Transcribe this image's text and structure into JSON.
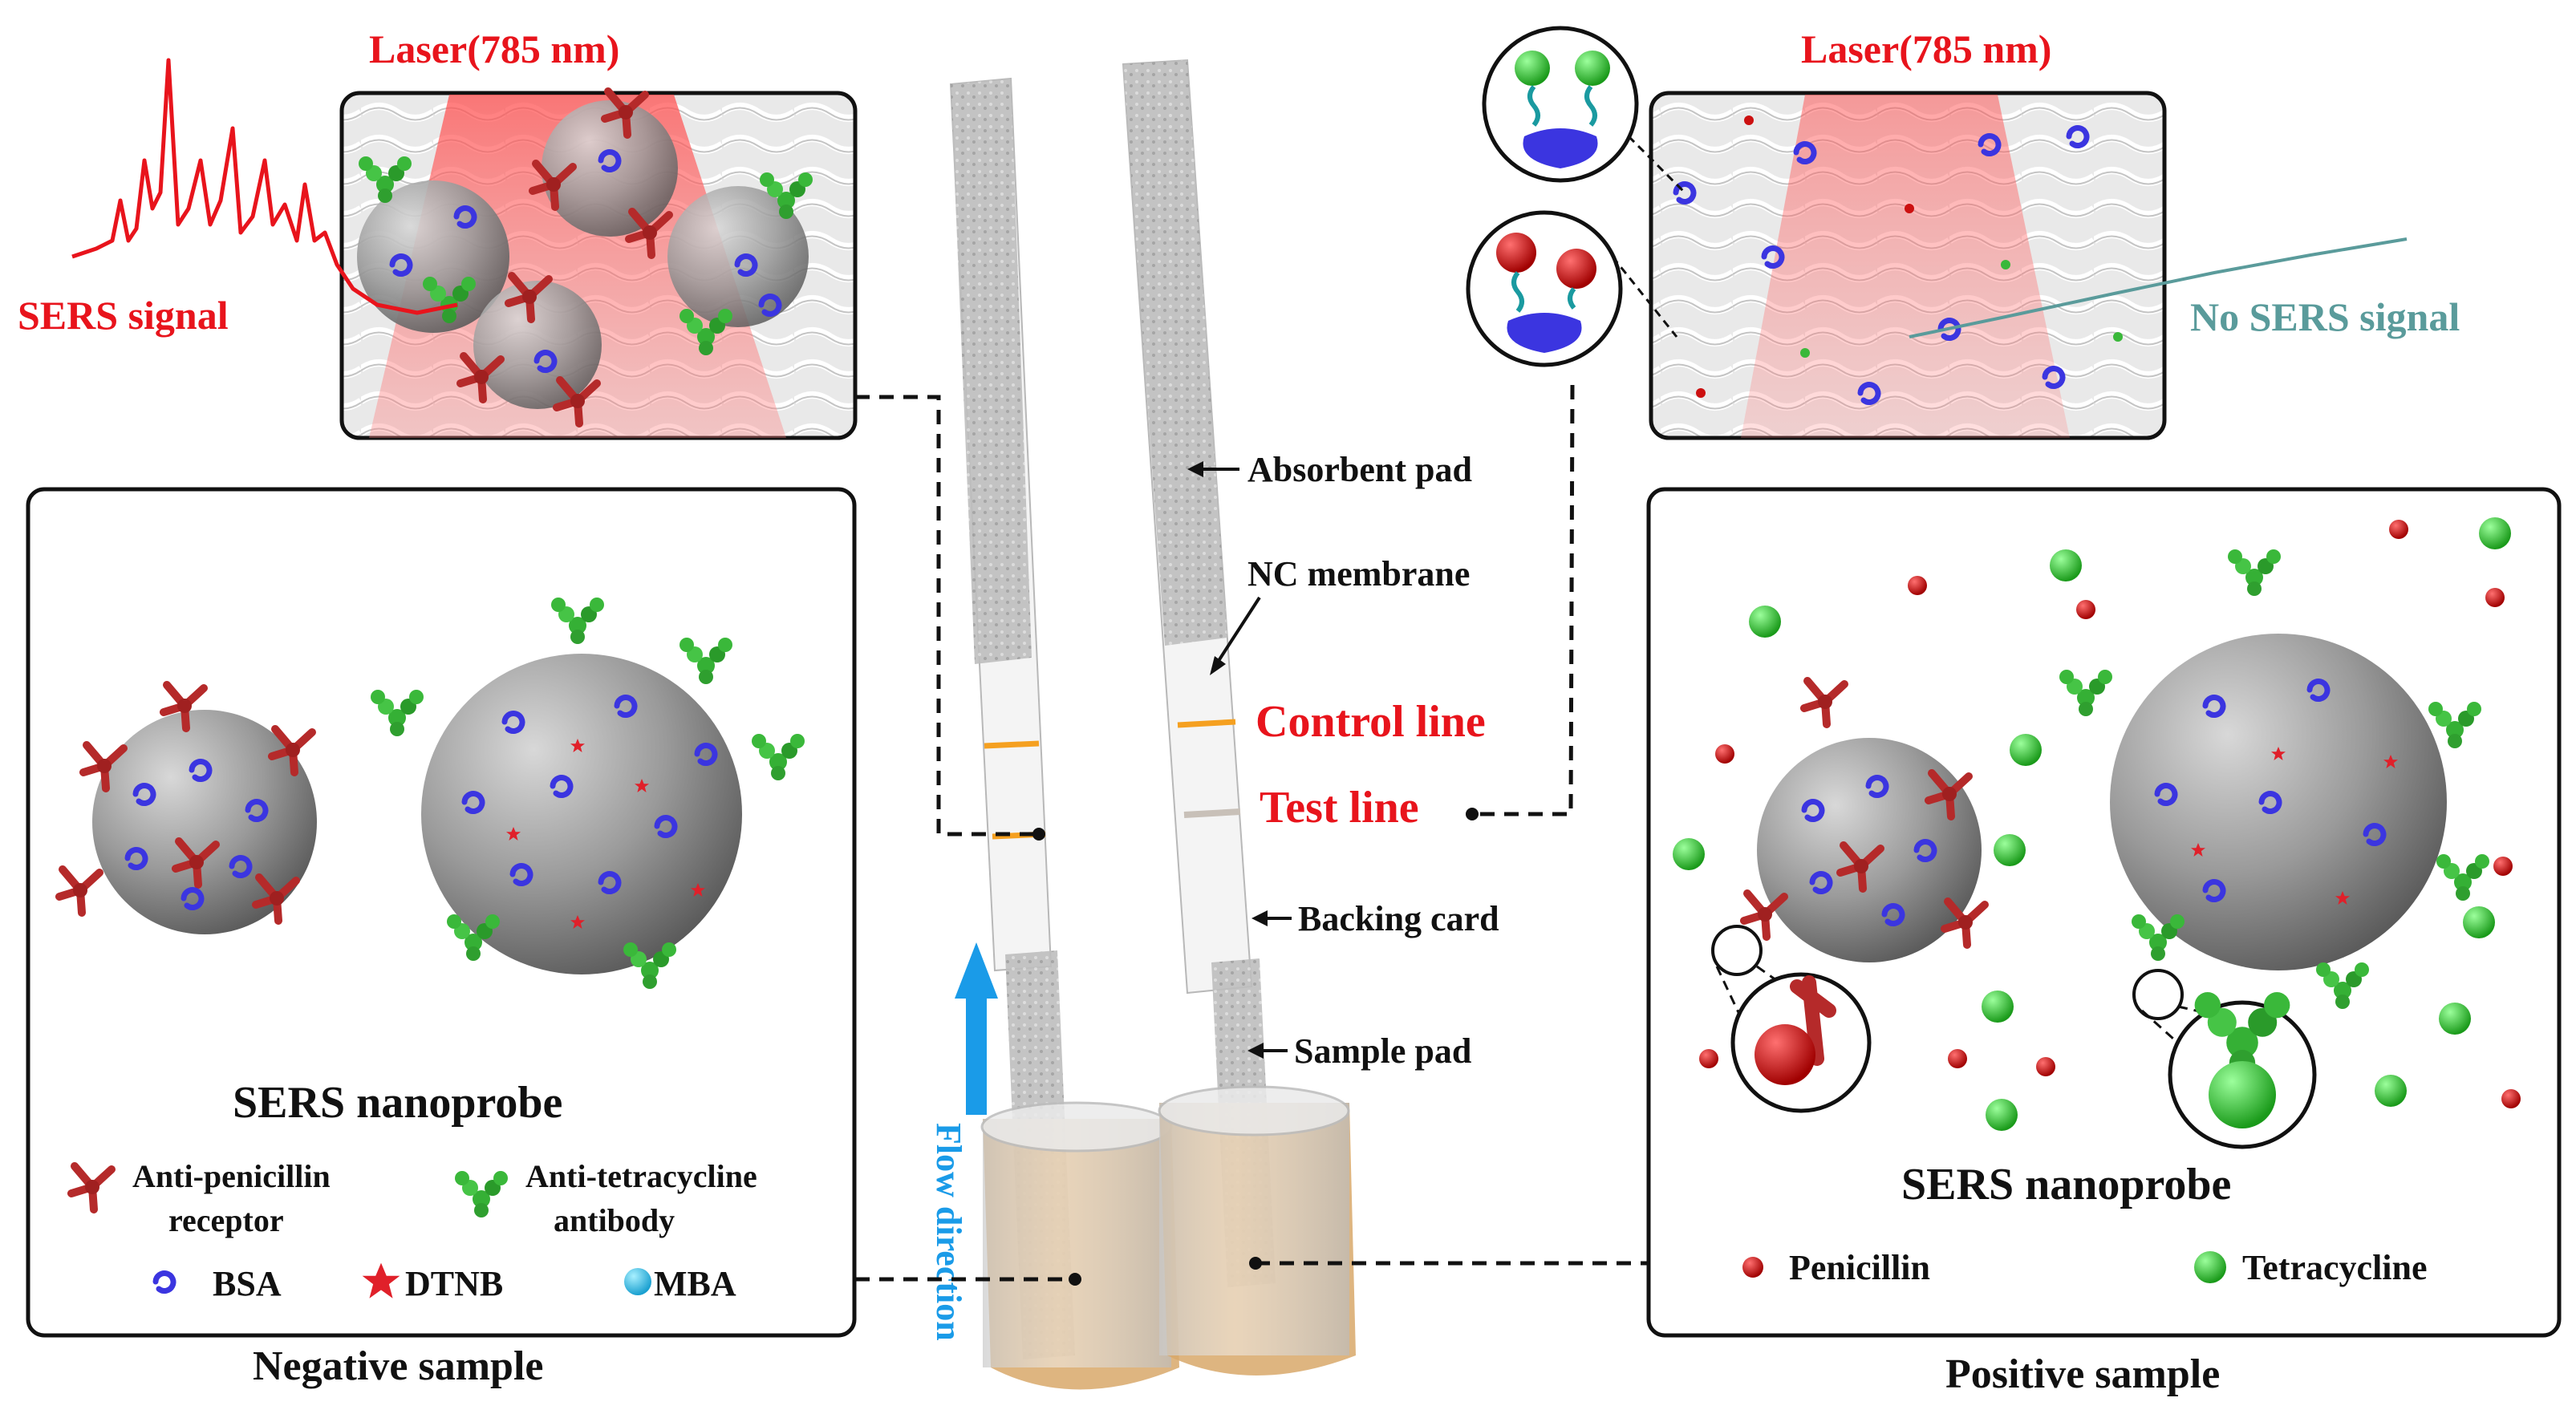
{
  "top_left": {
    "laser_label": "Laser(785 nm)",
    "signal_label": "SERS signal"
  },
  "top_right": {
    "laser_label": "Laser(785 nm)",
    "signal_label": "No SERS signal"
  },
  "strip": {
    "absorbent_pad": "Absorbent pad",
    "nc_membrane": "NC membrane",
    "control_line": "Control line",
    "test_line": "Test line",
    "backing_card": "Backing card",
    "sample_pad": "Sample pad",
    "flow_direction": "Flow direction"
  },
  "left_panel": {
    "title": "SERS nanoprobe",
    "legend": {
      "anti_penicillin": [
        "Anti-penicillin",
        "receptor"
      ],
      "anti_tetracycline": [
        "Anti-tetracycline",
        "antibody"
      ],
      "bsa": "BSA",
      "dtnb": "DTNB",
      "mba": "MBA"
    },
    "caption": "Negative sample"
  },
  "right_panel": {
    "title": "SERS nanoprobe",
    "legend": {
      "penicillin": "Penicillin",
      "tetracycline": "Tetracycline"
    },
    "caption": "Positive sample"
  },
  "colors": {
    "red_label": "#e8141c",
    "teal_label": "#5a9b9b",
    "orange_line": "#f5a020",
    "grey_line": "#c8c0b8",
    "flow_arrow": "#1a9be8",
    "liquid": "#d8a86a",
    "antibody_green": "#3ab03a",
    "receptor_red": "#b02a2a",
    "bsa_blue": "#3a3ae0"
  }
}
